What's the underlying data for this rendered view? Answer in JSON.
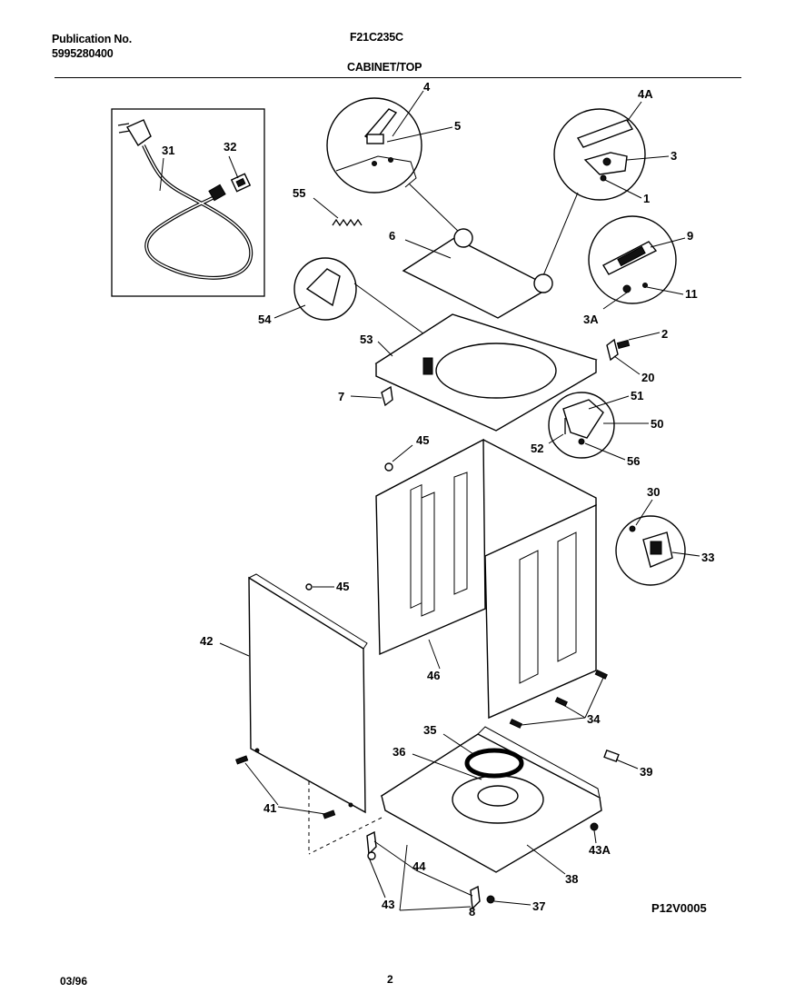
{
  "header": {
    "publication_label": "Publication No.",
    "publication_number": "5995280400",
    "model": "F21C235C",
    "section_title": "CABINET/TOP"
  },
  "footer": {
    "date": "03/96",
    "page_number": "2",
    "figure_id": "P12V0005"
  },
  "callouts": {
    "c4": "4",
    "c5": "5",
    "c4A": "4A",
    "c3": "3",
    "c1": "1",
    "c31": "31",
    "c32": "32",
    "c55": "55",
    "c6": "6",
    "c9": "9",
    "c11": "11",
    "c3A": "3A",
    "c54": "54",
    "c53": "53",
    "c2": "2",
    "c20": "20",
    "c7": "7",
    "c51": "51",
    "c50": "50",
    "c52": "52",
    "c56": "56",
    "c45a": "45",
    "c30": "30",
    "c33": "33",
    "c45b": "45",
    "c42": "42",
    "c46": "46",
    "c34": "34",
    "c35": "35",
    "c36": "36",
    "c39": "39",
    "c41": "41",
    "c43A": "43A",
    "c44": "44",
    "c38": "38",
    "c43": "43",
    "c37": "37",
    "c8": "8"
  }
}
